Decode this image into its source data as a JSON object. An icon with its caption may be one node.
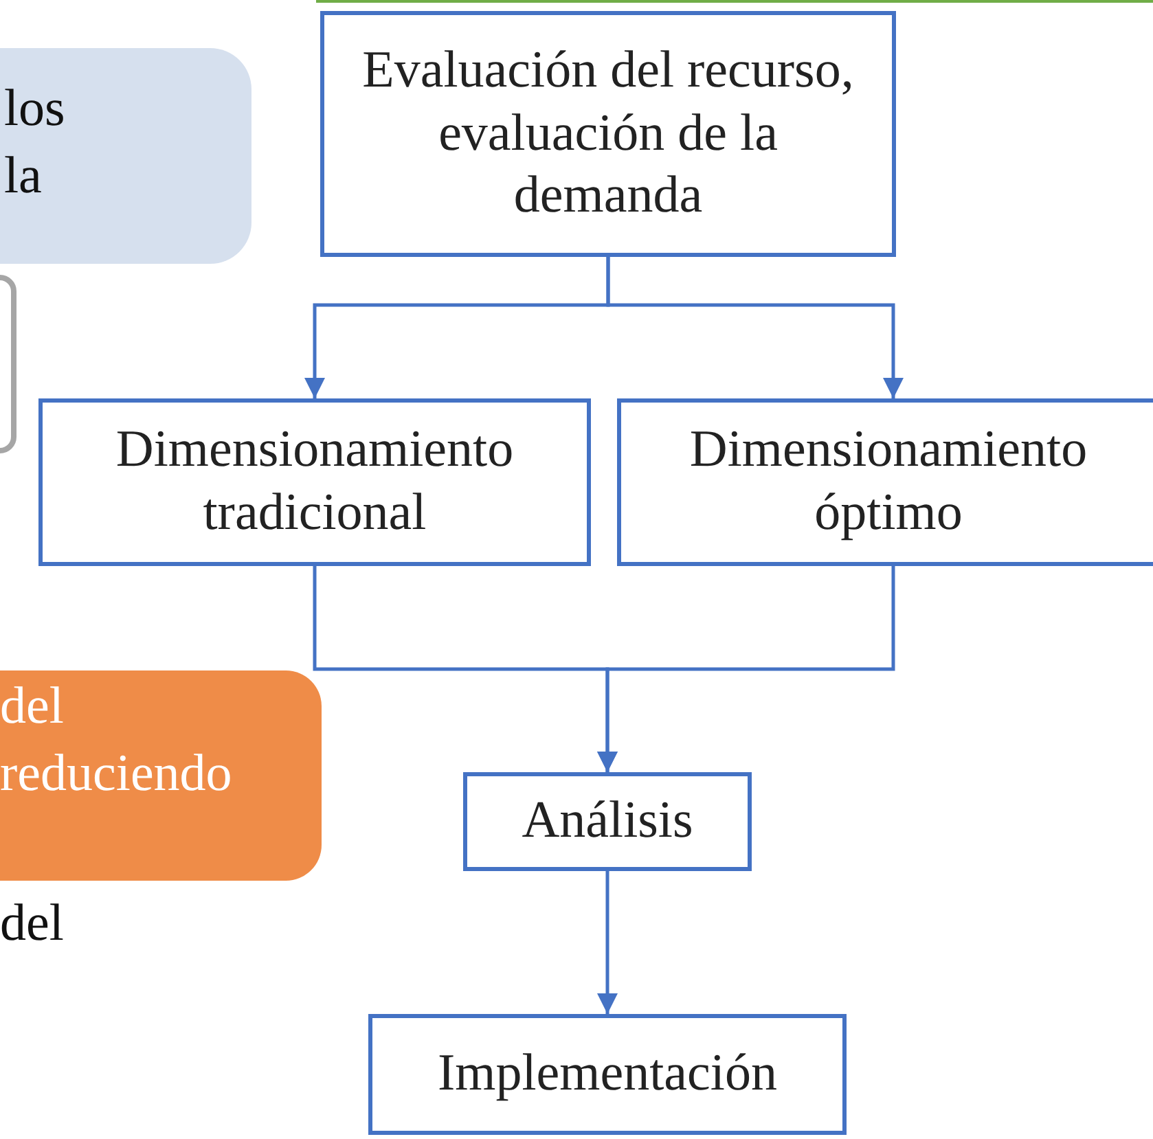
{
  "diagram": {
    "nodes": [
      {
        "text": [
          "los la"
        ]
      },
      {
        "text": [],
        "shape": "box"
      },
      {
        "text": [
          "del reduciendo"
        ]
      },
      {
        "text": [
          "Evaluación del recurso, evaluación de la demanda"
        ]
      },
      {
        "text": [
          "Dimensionamiento tradicional"
        ]
      },
      {
        "text": [
          "Dimensionamiento óptimo"
        ]
      },
      {
        "text": [
          "Análisis"
        ]
      },
      {
        "text": [
          "Implementación"
        ]
      }
    ],
    "edges": [
      {
        "from": 3,
        "to": 4,
        "arrow": "to"
      },
      {
        "from": 3,
        "to": 5,
        "arrow": "to"
      },
      {
        "from": 4,
        "to": 6,
        "arrow": "to"
      },
      {
        "from": 5,
        "to": 6,
        "arrow": "to"
      },
      {
        "from": 6,
        "to": 7,
        "arrow": "to"
      }
    ],
    "labels": [
      "del"
    ]
  }
}
